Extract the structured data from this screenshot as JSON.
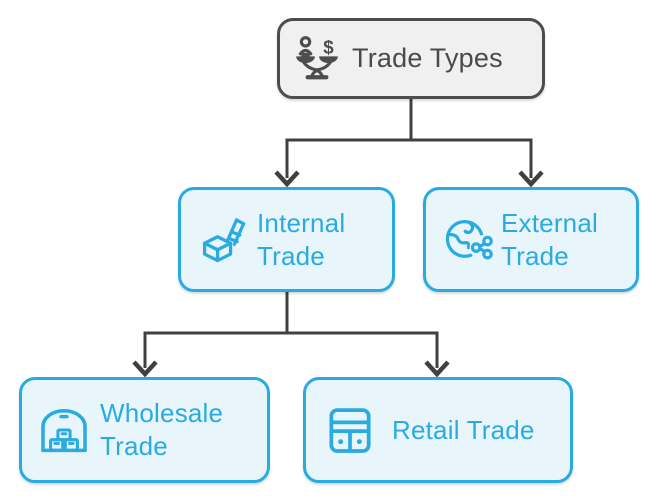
{
  "diagram": {
    "type": "flowchart",
    "root": {
      "id": "trade-types",
      "label": "Trade Types",
      "icon": "balance-scale-icon"
    },
    "nodes": [
      {
        "id": "internal-trade",
        "label": "Internal Trade",
        "icon": "package-handtruck-icon"
      },
      {
        "id": "external-trade",
        "label": "External Trade",
        "icon": "globe-network-icon"
      },
      {
        "id": "wholesale-trade",
        "label": "Wholesale Trade",
        "icon": "warehouse-icon"
      },
      {
        "id": "retail-trade",
        "label": "Retail Trade",
        "icon": "cash-register-icon"
      }
    ],
    "edges": [
      {
        "from": "trade-types",
        "to": "internal-trade"
      },
      {
        "from": "trade-types",
        "to": "external-trade"
      },
      {
        "from": "internal-trade",
        "to": "wholesale-trade"
      },
      {
        "from": "internal-trade",
        "to": "retail-trade"
      }
    ],
    "colors": {
      "accent": "#29ABE2",
      "node_fill": "#E8F6FC",
      "root_fill": "#F0F0F0",
      "root_border": "#4D4D4D",
      "root_text": "#4A4A4A",
      "connector": "#404040",
      "background": "#FFFFFF"
    }
  }
}
